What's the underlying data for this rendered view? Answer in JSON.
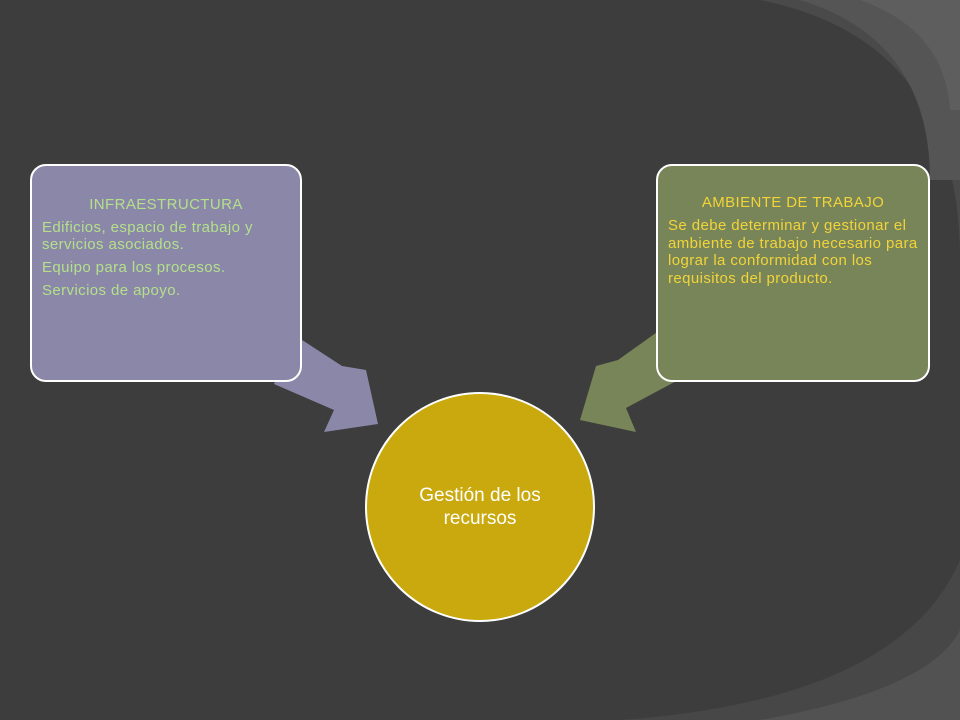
{
  "colors": {
    "background": "#3d3d3d",
    "left_box_fill": "#8b87a9",
    "left_arrow_fill": "#8b87a9",
    "left_text": "#b4e08a",
    "right_box_fill": "#778559",
    "right_arrow_fill": "#778559",
    "right_text": "#f2d43a",
    "center_fill": "#c9a90e",
    "center_text": "#ffffff",
    "border": "#ffffff"
  },
  "diagram": {
    "left_box": {
      "title": "INFRAESTRUCTURA",
      "items": [
        "Edificios, espacio de trabajo y servicios asociados.",
        "Equipo para los procesos.",
        "Servicios de apoyo."
      ]
    },
    "right_box": {
      "title": "AMBIENTE DE TRABAJO",
      "items": [
        "Se debe determinar y gestionar el ambiente de trabajo necesario para lograr la conformidad con los requisitos del producto."
      ]
    },
    "center": {
      "label": "Gestión de los recursos"
    }
  }
}
